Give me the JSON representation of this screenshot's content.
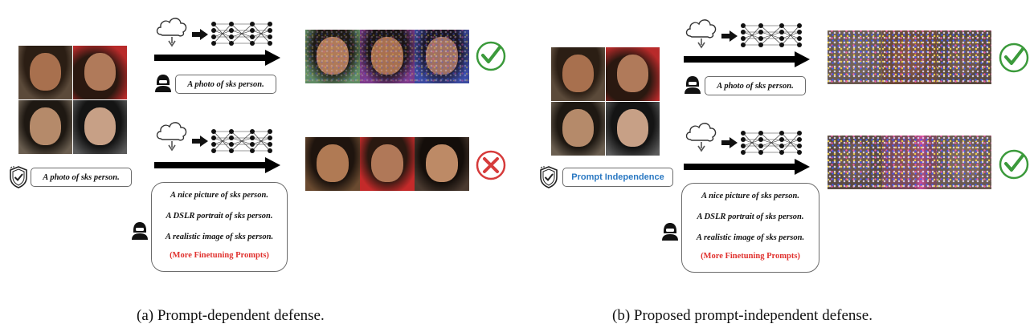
{
  "panel_a": {
    "caption": "(a) Prompt-dependent defense.",
    "defense_prompt": "A photo of sks person.",
    "attack_prompt_top": "A photo of sks person.",
    "attack_prompts": [
      "A nice picture of sks person.",
      "A DSLR portrait of sks person.",
      "A realistic image of sks person."
    ],
    "more_prompts": "(More Finetuning Prompts)",
    "result_top": "success-check",
    "result_bottom": "failure-cross"
  },
  "panel_b": {
    "caption": "(b) Proposed prompt-independent defense.",
    "defense_label": "Prompt Independence",
    "attack_prompt_top": "A photo of sks person.",
    "attack_prompts": [
      "A nice picture of sks person.",
      "A DSLR portrait of sks person.",
      "A realistic image of sks person."
    ],
    "more_prompts": "(More Finetuning Prompts)",
    "result_top": "success-check",
    "result_bottom": "success-check"
  },
  "colors": {
    "check": "#3b9a3b",
    "cross": "#d63b3b",
    "more_prompts": "#e0322f",
    "prompt_independence": "#2a78c2"
  },
  "icons": [
    "cloud-icon",
    "neural-network-icon",
    "hacker-icon",
    "shield-check-icon",
    "arrow-icon"
  ]
}
